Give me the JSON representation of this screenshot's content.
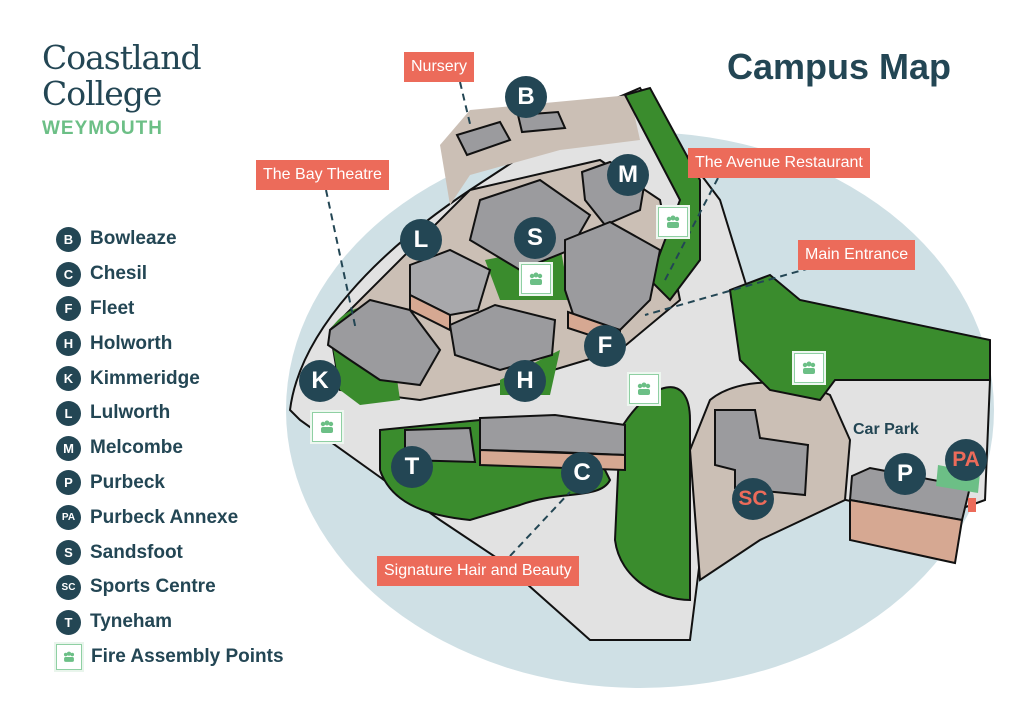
{
  "logo": {
    "line1": "Coastland",
    "line2": "College",
    "line3": "WEYMOUTH"
  },
  "title": "Campus Map",
  "legend": [
    {
      "code": "B",
      "name": "Bowleaze"
    },
    {
      "code": "C",
      "name": "Chesil"
    },
    {
      "code": "F",
      "name": "Fleet"
    },
    {
      "code": "H",
      "name": "Holworth"
    },
    {
      "code": "K",
      "name": "Kimmeridge"
    },
    {
      "code": "L",
      "name": "Lulworth"
    },
    {
      "code": "M",
      "name": "Melcombe"
    },
    {
      "code": "P",
      "name": "Purbeck"
    },
    {
      "code": "PA",
      "name": "Purbeck Annexe"
    },
    {
      "code": "S",
      "name": "Sandsfoot"
    },
    {
      "code": "SC",
      "name": "Sports Centre"
    },
    {
      "code": "T",
      "name": "Tyneham"
    },
    {
      "code": "",
      "name": "Fire Assembly Points",
      "icon": "fire-assembly-point-icon"
    }
  ],
  "markers": {
    "B": "B",
    "M": "M",
    "L": "L",
    "S": "S",
    "F": "F",
    "H": "H",
    "K": "K",
    "T": "T",
    "C": "C",
    "P": "P",
    "PA": "PA",
    "SC": "SC"
  },
  "labels": {
    "nursery": "Nursery",
    "bay_theatre": "The Bay Theatre",
    "avenue": "The Avenue Restaurant",
    "main_entrance": "Main Entrance",
    "signature": "Signature Hair and Beauty",
    "car_park": "Car Park"
  },
  "colors": {
    "dark": "#234654",
    "label": "#ec6b5a",
    "green": "#3a8c2d",
    "water": "#cfe0e5",
    "road": "#e2e2e2",
    "ground": "#cbbfb5",
    "roof": "#9b9b9e",
    "wall": "#d6a892"
  }
}
